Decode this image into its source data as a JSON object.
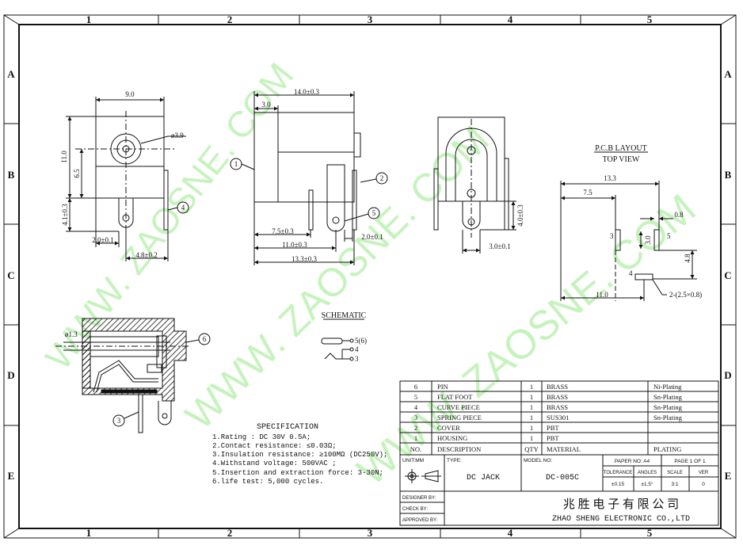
{
  "grid": {
    "cols": [
      "1",
      "2",
      "3",
      "4",
      "5"
    ],
    "rows": [
      "A",
      "B",
      "C",
      "D",
      "E"
    ]
  },
  "watermark": "WWW. ZAOSNE. COM",
  "front_view": {
    "dim_width": "9.0",
    "dim_height": "11.0",
    "dim_center_height": "6.5",
    "dim_hole": "ø3.9",
    "dim_pin_height": "4.1±0.3",
    "dim_pin_offset": "2.0±0.1",
    "dim_pin_spacing": "4.8±0.2",
    "callout": "4"
  },
  "side_view": {
    "dim_length": "14.0±0.3",
    "dim_front": "3.0",
    "dim_pin_a": "7.5±0.3",
    "dim_pin_b": "11.0±0.3",
    "dim_total": "13.3±0.3",
    "dim_pin_w": "2.0±0.1",
    "callout_1": "1",
    "callout_2": "2",
    "callout_5": "5"
  },
  "rear_view": {
    "dim_height": "4.0±0.3",
    "dim_width": "3.0±0.1"
  },
  "pcb": {
    "title": "P.C.B LAYOUT",
    "subtitle": "TOP VIEW",
    "dim_total": "13.3",
    "dim_a": "7.5",
    "dim_slot_w": "0.8",
    "dim_spacing": "3.0",
    "dim_vert": "4.8",
    "dim_bottom": "11.0",
    "slot_note": "2-(2.5×0.8)",
    "pad_3": "3",
    "pad_5": "5",
    "pad_4": "4"
  },
  "section_view": {
    "dim_pin": "ø1.3",
    "callout_6": "6",
    "callout_3": "3"
  },
  "schematic": {
    "title": "SCHEMATIC",
    "pin_a": "5(6)",
    "pin_b": "4",
    "pin_c": "3"
  },
  "specification": {
    "title": "SPECIFICATION",
    "lines": [
      "1.Rating : DC 30V 0.5A;",
      "2.Contact resistance: ≤0.03Ω;",
      "3.Insulation resistance: ≥100MΩ (DC250V);",
      "4.Withstand voltage: 500VAC ;",
      "5.Insertion and extraction force: 3-30N;",
      "6.life test: 5,000 cycles."
    ]
  },
  "bom": {
    "rows": [
      {
        "no": "6",
        "desc": "PIN",
        "qty": "1",
        "material": "BRASS",
        "plating": "Ni-Plating"
      },
      {
        "no": "5",
        "desc": "FLAT FOOT",
        "qty": "1",
        "material": "BRASS",
        "plating": "Sn-Plating"
      },
      {
        "no": "4",
        "desc": "CURVE PIECE",
        "qty": "1",
        "material": "BRASS",
        "plating": "Sn-Plating"
      },
      {
        "no": "3",
        "desc": "SPRING PIECE",
        "qty": "1",
        "material": "SUS301",
        "plating": "Sn-Plating"
      },
      {
        "no": "2",
        "desc": "COVER",
        "qty": "1",
        "material": "PBT",
        "plating": ""
      },
      {
        "no": "1",
        "desc": "HOUSING",
        "qty": "1",
        "material": "PBT",
        "plating": ""
      }
    ],
    "header": {
      "no": "NO.",
      "desc": "DESCRIPTION",
      "qty": "QTY",
      "material": "MATERIAL",
      "plating": "PLATING"
    }
  },
  "titleblock": {
    "unit_label": "UNIT:MM",
    "type_label": "TYPE:",
    "type_value": "DC  JACK",
    "model_label": "MODEL NO:",
    "model_value": "DC-005C",
    "paper": "PAPER NO: A4",
    "page": "PAGE 1 OF 1",
    "tol_label": "TOLERANCE",
    "ang_label": "ANGLES",
    "scale_label": "SCALE",
    "ver_label": "VER",
    "tol_value": "±0.15",
    "ang_value": "±1.5°",
    "scale_value": "3:1",
    "ver_value": "0",
    "designer": "DESIGNER BY:",
    "check": "CHECK  BY:",
    "approved": "APPROVED BY:",
    "company_cn": "兆 胜 电 子 有 限 公 司",
    "company_en": "ZHAO SHENG ELECTRONIC CO.,LTD"
  }
}
